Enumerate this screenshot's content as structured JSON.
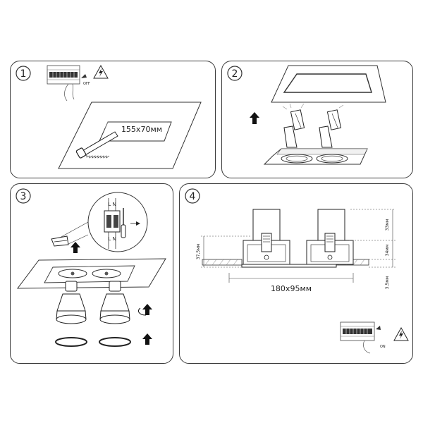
{
  "steps": [
    {
      "number": "1",
      "switch_label": "OFF",
      "cutout": "155x70мм"
    },
    {
      "number": "2"
    },
    {
      "number": "3",
      "terminal_top": "L N",
      "terminal_bottom": "L N"
    },
    {
      "number": "4",
      "width_label": "180x95мм",
      "dim_top": "33мм",
      "dim_mid": "34мм",
      "dim_left": "37,5мм",
      "dim_bottom": "3,5мм",
      "switch_label": "ON"
    }
  ]
}
